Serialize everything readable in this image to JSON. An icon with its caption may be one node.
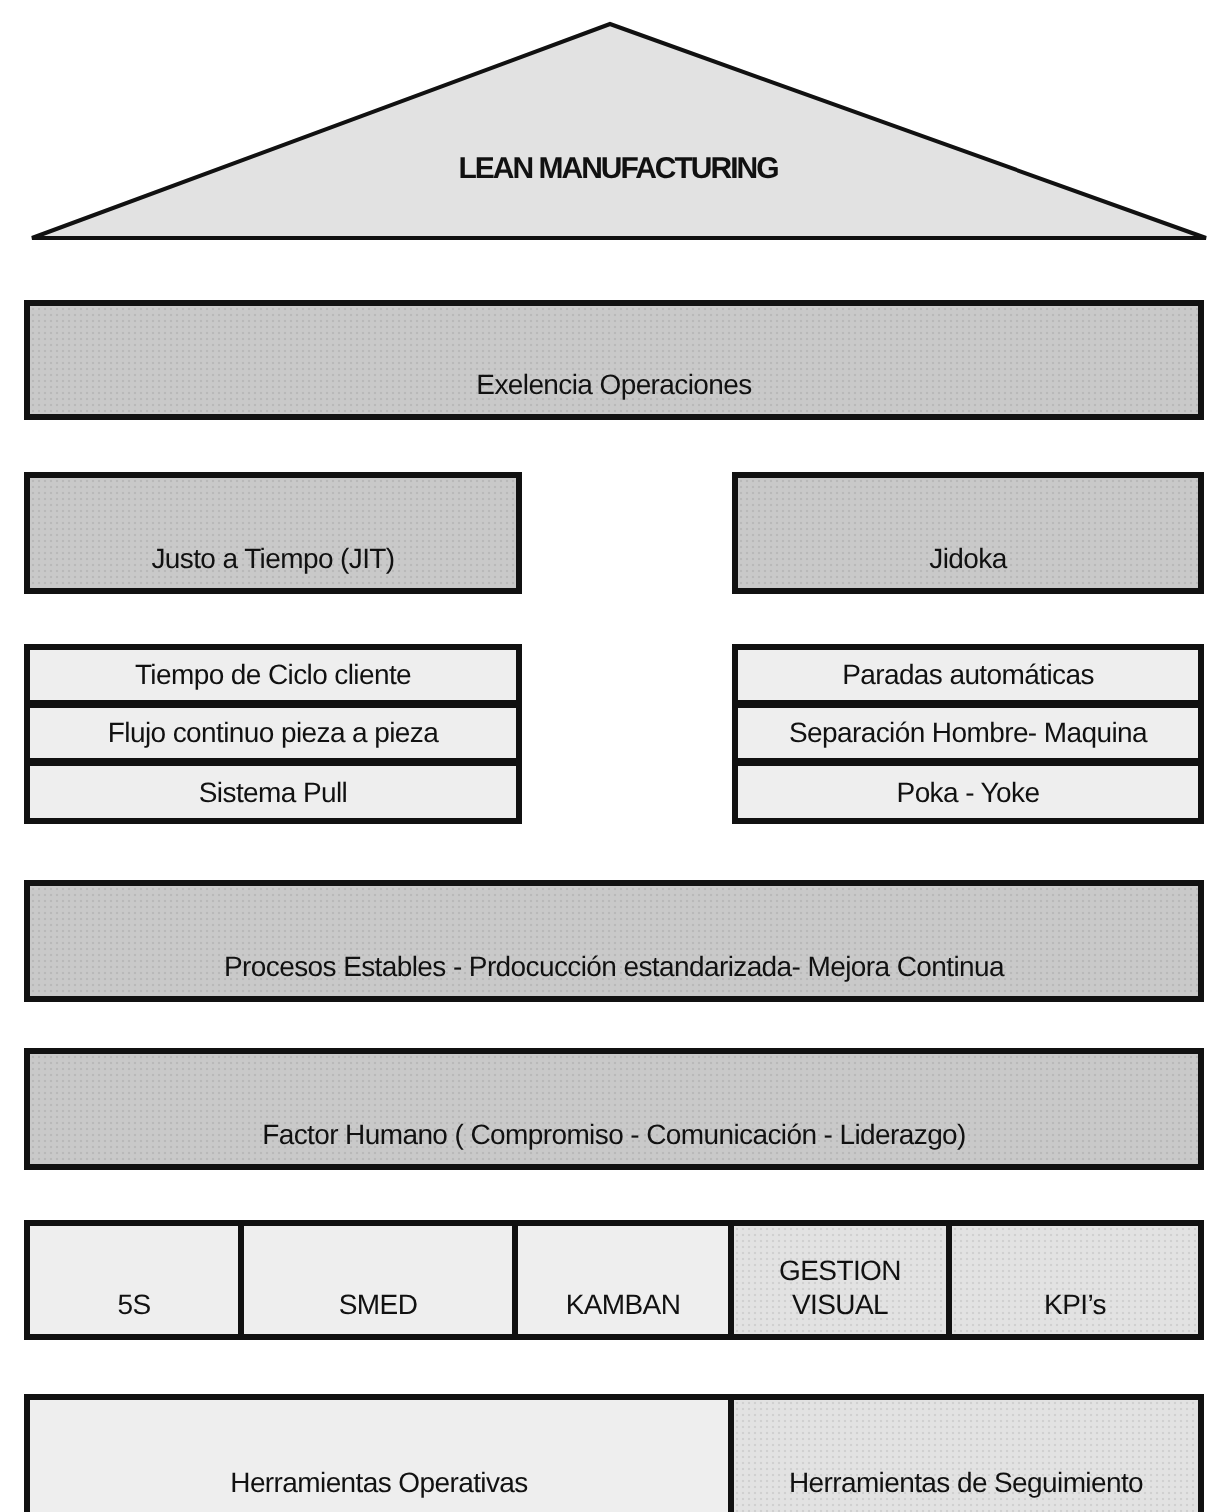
{
  "diagram": {
    "nodes": [
      {
        "text": [
          "LEAN MANUFACTURING"
        ]
      },
      {
        "text": [
          "Exelencia Operaciones"
        ]
      },
      {
        "text": [
          "Justo a Tiempo (JIT)"
        ]
      },
      {
        "text": [
          "Jidoka"
        ]
      },
      {
        "text": [
          "Tiempo de Ciclo cliente"
        ]
      },
      {
        "text": [
          "Paradas automáticas"
        ]
      },
      {
        "text": [
          "Flujo continuo pieza a pieza"
        ]
      },
      {
        "text": [
          "Separación Hombre- Maquina"
        ]
      },
      {
        "text": [
          "Sistema Pull"
        ]
      },
      {
        "text": [
          "Poka - Yoke"
        ]
      },
      {
        "text": [
          "Procesos Estables - Prdocucción estandarizada- Mejora Continua"
        ]
      },
      {
        "text": [
          "Factor Humano ( Compromiso - Comunicación - Liderazgo)"
        ]
      },
      {
        "text": [
          "5S"
        ]
      },
      {
        "text": [
          "SMED"
        ]
      },
      {
        "text": [
          "KAMBAN"
        ]
      },
      {
        "text": [
          "GESTION VISUAL"
        ]
      },
      {
        "text": [
          "KPI’s"
        ]
      },
      {
        "text": [
          "Herramientas Operativas"
        ]
      },
      {
        "text": [
          "Herramientas de Seguimiento"
        ]
      }
    ]
  }
}
